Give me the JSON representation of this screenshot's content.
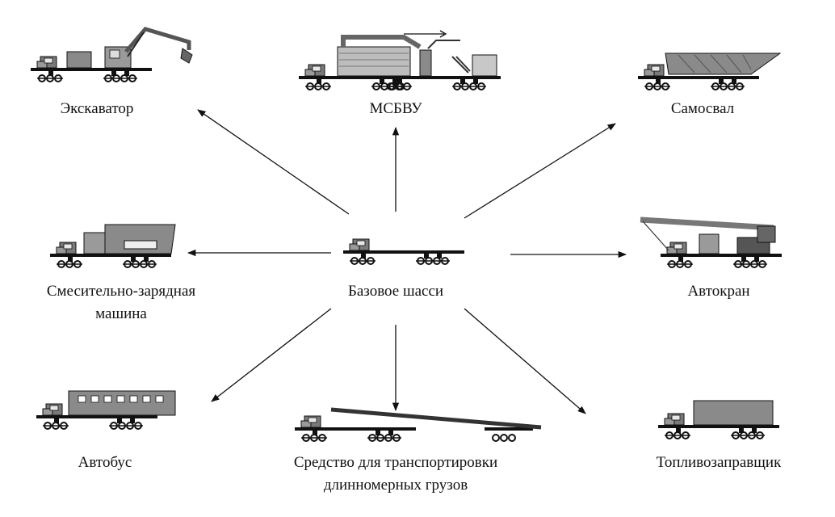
{
  "center": {
    "label": "Базовое шасси"
  },
  "vehicles": [
    {
      "id": "excavator",
      "label": "Экскаватор"
    },
    {
      "id": "msbvu",
      "label": "МСБВУ"
    },
    {
      "id": "dump-truck",
      "label": "Самосвал"
    },
    {
      "id": "mixing-charging-machine",
      "label_line1": "Смесительно-зарядная",
      "label_line2": "машина"
    },
    {
      "id": "truck-crane",
      "label": "Автокран"
    },
    {
      "id": "bus",
      "label": "Автобус"
    },
    {
      "id": "long-cargo-transport",
      "label_line1": "Средство для транспортировки",
      "label_line2": "длинномерных грузов"
    },
    {
      "id": "fuel-tanker",
      "label": "Топливозаправщик"
    }
  ],
  "colors": {
    "ink": "#111111",
    "body_gray": "#8a8a8a",
    "dark_gray": "#555555",
    "light_gray": "#bdbdbd"
  }
}
